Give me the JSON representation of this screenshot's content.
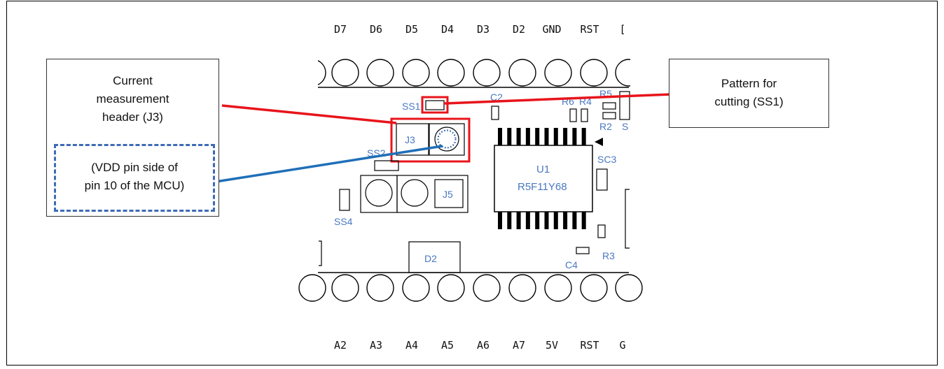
{
  "top_pins": [
    "D7",
    "D6",
    "D5",
    "D4",
    "D3",
    "D2",
    "GND",
    "RST",
    "["
  ],
  "bottom_pins": [
    "A2",
    "A3",
    "A4",
    "A5",
    "A6",
    "A7",
    "5V",
    "RST",
    "G"
  ],
  "silk": {
    "ss1": "SS1",
    "c2": "C2",
    "r6": "R6",
    "r4": "R4",
    "r5": "R5",
    "r2": "R2",
    "s_cut": "S",
    "ss2": "SS2",
    "j3": "J3",
    "j5": "J5",
    "sc3": "SC3",
    "ss4": "SS4",
    "d2": "D2",
    "c4": "C4",
    "r3": "R3"
  },
  "chip": {
    "ref": "U1",
    "part": "R5F11Y68"
  },
  "callouts": {
    "left": [
      "Current",
      "measurement",
      "header (J3)"
    ],
    "left_dashed": [
      "(VDD pin side of",
      "pin 10 of the MCU)"
    ],
    "right": [
      "Pattern for",
      "cutting (SS1)"
    ]
  },
  "colors": {
    "highlight": "#e8141b",
    "leader_blue": "#1f6fb8",
    "silkscreen": "#4a78c2",
    "dashed_border": "#3e6bb5"
  }
}
